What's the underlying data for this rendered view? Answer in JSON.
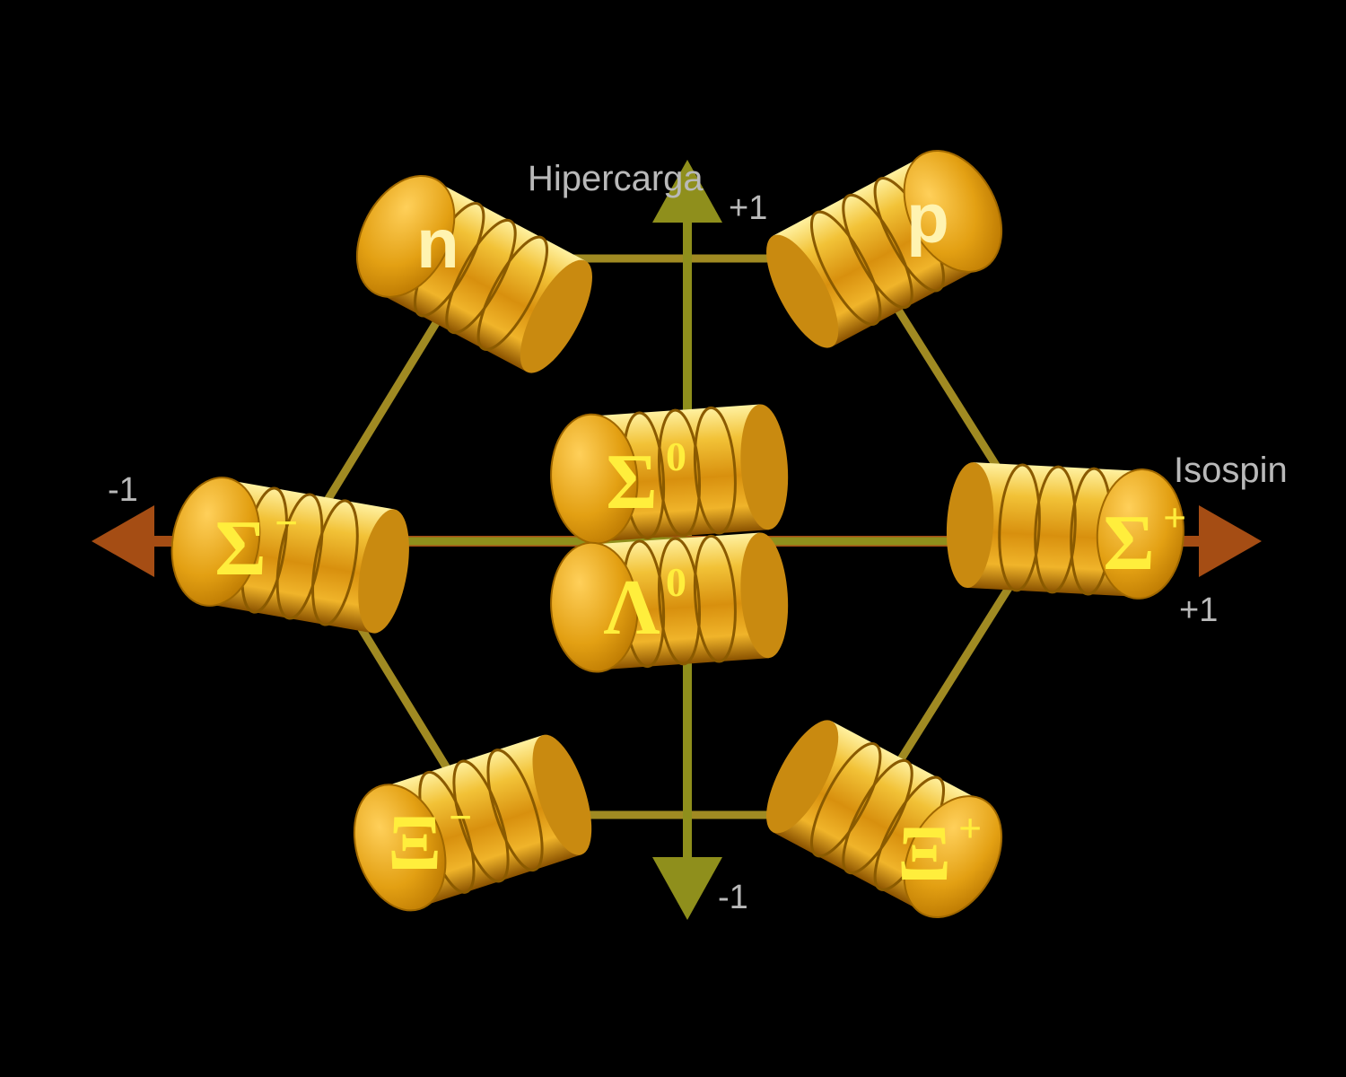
{
  "axes": {
    "vertical_label": "Hipercarga",
    "horizontal_label": "Isospin",
    "top_tick": "+1",
    "bottom_tick": "-1",
    "left_tick": "-1",
    "right_tick": "+1"
  },
  "particles": {
    "n": {
      "symbol": "n",
      "sup": ""
    },
    "p": {
      "symbol": "p",
      "sup": ""
    },
    "sigma_minus": {
      "symbol": "Σ",
      "sup": "−"
    },
    "sigma_plus": {
      "symbol": "Σ",
      "sup": "+"
    },
    "sigma_zero": {
      "symbol": "Σ",
      "sup": "0"
    },
    "lambda_zero": {
      "symbol": "Λ",
      "sup": "0"
    },
    "xi_minus": {
      "symbol": "Ξ",
      "sup": "−"
    },
    "xi_plus": {
      "symbol": "Ξ",
      "sup": "+"
    }
  },
  "colors": {
    "hexagon": "#a08a22",
    "vertical_axis": "#8f8f1c",
    "horizontal_axis": "#a54d14",
    "barrel_gold": "#e8ae1a",
    "label": "#ffee3c"
  }
}
